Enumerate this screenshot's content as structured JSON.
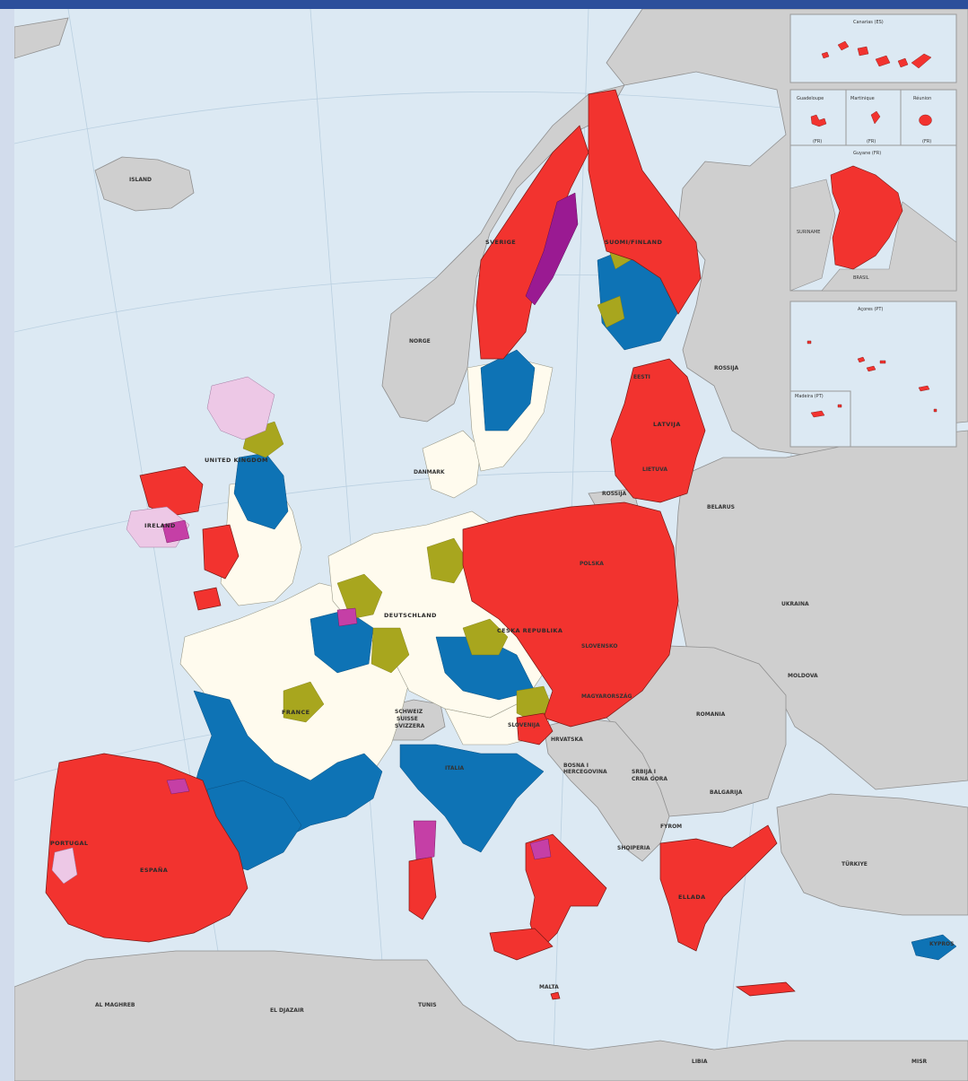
{
  "colors": {
    "sea": "#dce9f3",
    "nonEU": "#cfcfcf",
    "red": "#f2332f",
    "blue": "#0e73b5",
    "olive": "#a8a61e",
    "cream": "#fffbee",
    "pink": "#edc8e6",
    "magenta": "#c53fa6",
    "purple": "#9a1a92",
    "topbar": "#2c4f9b",
    "sidebar": "#d2dcec"
  },
  "labels": {
    "iceland": "ISLAND",
    "norge": "NORGE",
    "sverige": "SVERIGE",
    "suomi": "SUOMI/FINLAND",
    "eesti": "EESTI",
    "latvija": "LATVIJA",
    "lietuva": "LIETUVA",
    "rossija_n": "ROSSIJA",
    "rossija_k": "ROSSIJA",
    "belarus": "BELARUS",
    "ukraina": "UKRAINA",
    "moldova": "MOLDOVA",
    "romania": "ROMANIA",
    "bulgaria": "BALGARIJA",
    "turkiye": "TÜRKIYE",
    "kypros": "KYPROS",
    "uk": "UNITED KINGDOM",
    "ireland": "IRELAND",
    "danmark": "DANMARK",
    "polska": "POLSKA",
    "deutschland": "DEUTSCHLAND",
    "ceska": "CESKA REPUBLIKA",
    "slovensko": "SLOVENSKO",
    "magyarorszag": "MAGYARORSZÁG",
    "slovenija": "SLOVENIJA",
    "hrvatska": "HRVATSKA",
    "bih1": "BOSNA I",
    "bih2": "HERCEGOVINA",
    "srbija1": "SRBIJA I",
    "srbija2": "CRNA GORA",
    "shqiperia": "SHQIPERIA",
    "fyrom": "FYROM",
    "ellada": "ELLADA",
    "italia": "ITALIA",
    "malta": "MALTA",
    "france": "FRANCE",
    "schweiz1": "SCHWEIZ",
    "schweiz2": "SUISSE",
    "schweiz3": "SVIZZERA",
    "espana": "ESPAÑA",
    "portugal": "PORTUGAL",
    "almaghreb": "AL MAGHREB",
    "aljazair": "EL DJAZAIR",
    "tunis": "TUNIS",
    "libya": "LIBIA",
    "misr": "MISR"
  },
  "insets": {
    "canarias": "Canarias (ES)",
    "guadeloupe": "Guadeloupe",
    "martinique": "Martinique",
    "reunion": "Réunion",
    "fr1": "(FR)",
    "fr2": "(FR)",
    "fr3": "(FR)",
    "guyane": "Guyane (FR)",
    "suriname": "SURINAME",
    "brasil": "BRASIL",
    "acores": "Açores (PT)",
    "madeira": "Madeira (PT)"
  }
}
